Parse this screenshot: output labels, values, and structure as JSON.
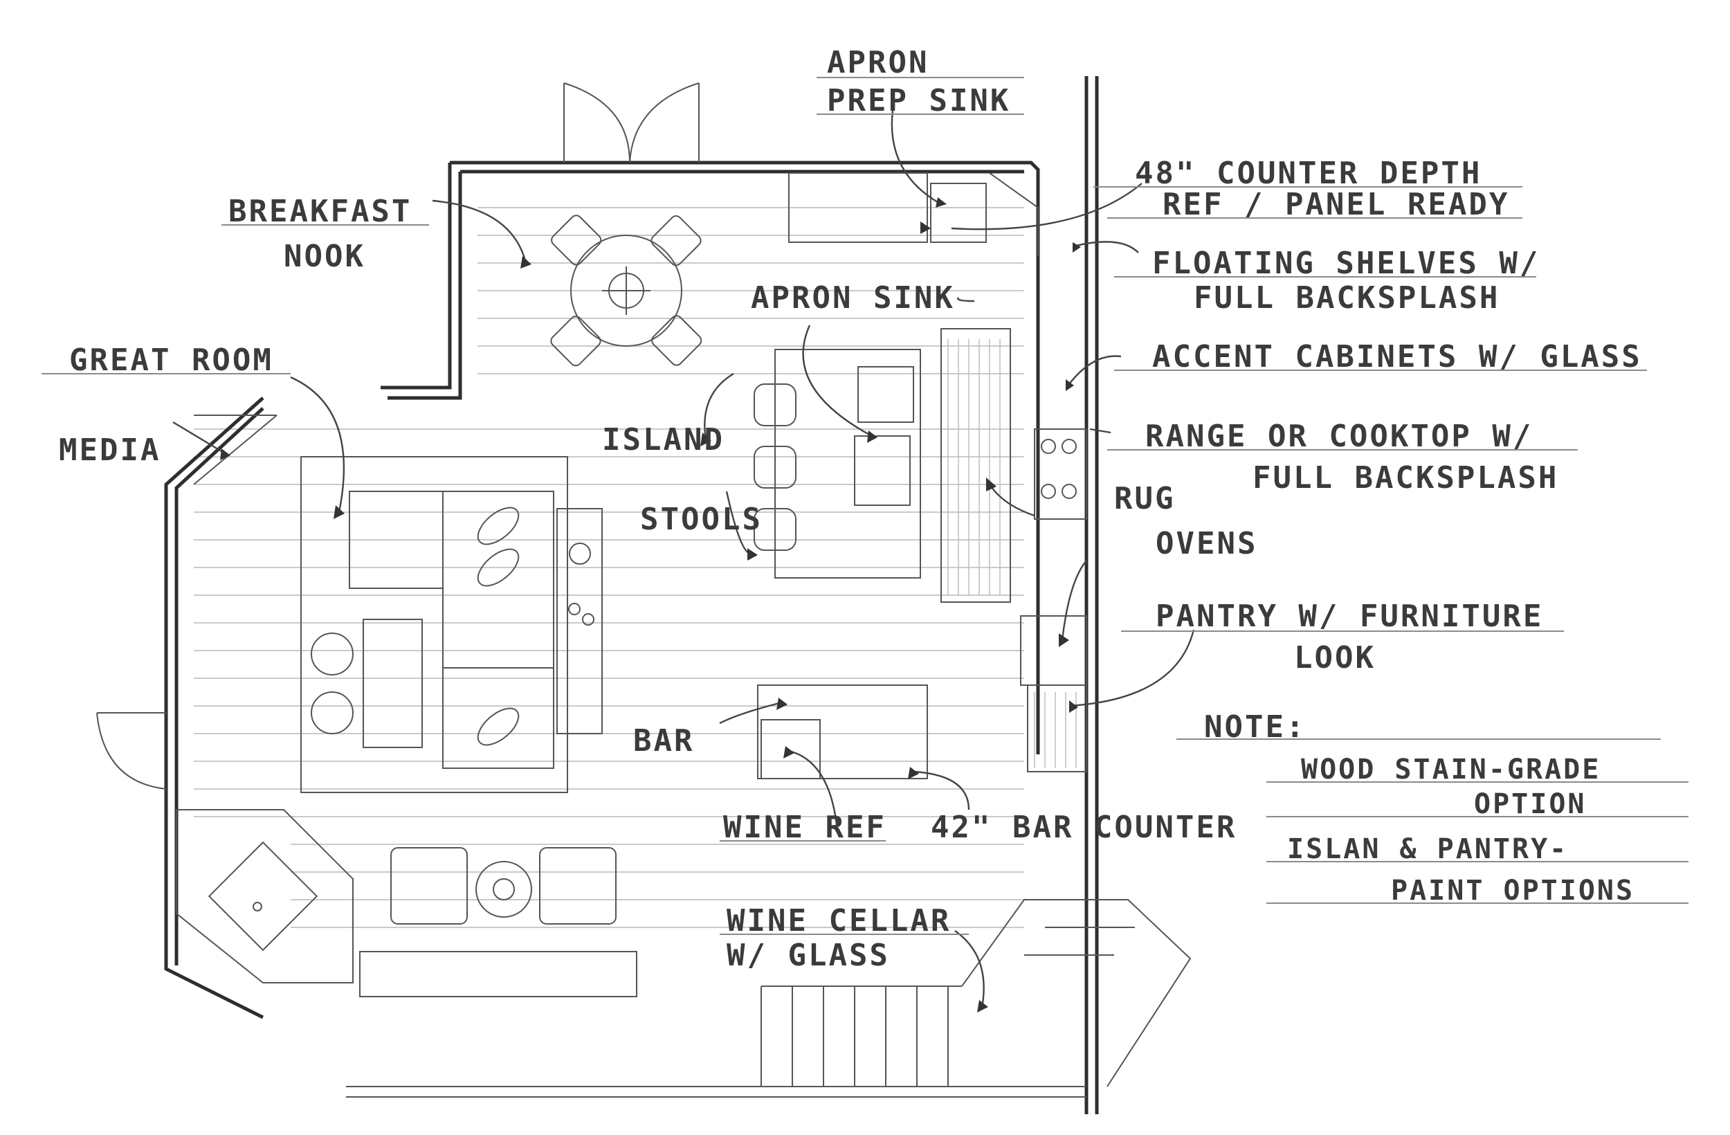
{
  "labels": {
    "apron_prep_sink_1": "APRON",
    "apron_prep_sink_2": "PREP SINK",
    "counter_depth_1": "48\" COUNTER DEPTH",
    "counter_depth_2": "REF / PANEL READY",
    "floating_shelves_1": "FLOATING SHELVES W/",
    "floating_shelves_2": "FULL BACKSPLASH",
    "accent_cabinets": "ACCENT CABINETS W/ GLASS",
    "range_1": "RANGE OR COOKTOP W/",
    "range_2": "FULL BACKSPLASH",
    "rug": "RUG",
    "ovens": "OVENS",
    "pantry_1": "PANTRY W/ FURNITURE",
    "pantry_2": "LOOK",
    "note": "NOTE:",
    "note_line_1": "WOOD STAIN-GRADE",
    "note_line_2": "OPTION",
    "note_line_3": "ISLAN & PANTRY-",
    "note_line_4": "PAINT OPTIONS",
    "breakfast_1": "BREAKFAST",
    "breakfast_2": "NOOK",
    "apron_sink": "APRON SINK",
    "great_room": "GREAT ROOM",
    "media": "MEDIA",
    "island": "ISLAND",
    "stools": "STOOLS",
    "bar": "BAR",
    "wine_ref": "WINE REF",
    "bar_counter": "42\" BAR COUNTER",
    "wine_cellar_1": "WINE CELLAR",
    "wine_cellar_2": "W/ GLASS"
  }
}
